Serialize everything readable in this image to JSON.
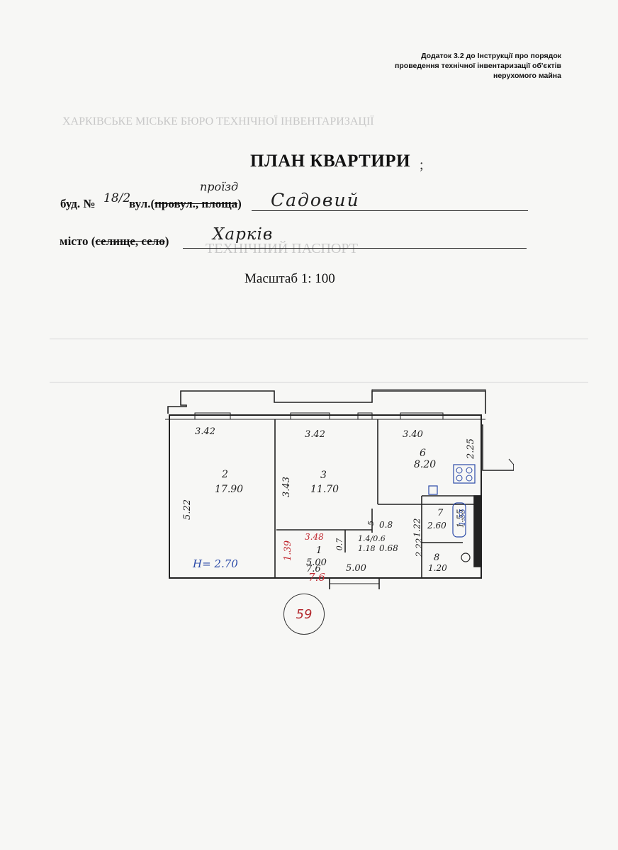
{
  "header": {
    "appendix": [
      "Додаток 3.2 до Інструкції про порядок",
      "проведення технічної інвентаризації об'єктів",
      "нерухомого майна"
    ]
  },
  "title": "ПЛАН КВАРТИРИ",
  "title_mark": ";",
  "form": {
    "building_label": "буд. №",
    "building_number": "18/2",
    "street_label_1": "вул.(",
    "street_label_struck": "провул., площа",
    "street_label_2": ")",
    "street_type": "проїзд",
    "street_name": "Садовий",
    "city_label_1": "місто (",
    "city_label_struck": "селище, село",
    "city_label_2": ")",
    "city": "Харків"
  },
  "scale": "Масштаб 1: 100",
  "plan": {
    "dims": [
      "3.42",
      "3.42",
      "3.40",
      "5.22",
      "3.43",
      "2.25",
      "0.8",
      "1.22",
      "2.60",
      "1.55",
      "2.22",
      "0.68",
      "5.00",
      "5",
      "1.4/0.6",
      "1.18",
      "0.7",
      "5.00"
    ],
    "rooms": [
      {
        "number": "2",
        "area": "17.90"
      },
      {
        "number": "3",
        "area": "11.70"
      },
      {
        "number": "6",
        "area": "8.20"
      },
      {
        "number": "7",
        "area": ""
      },
      {
        "number": "8",
        "area": "1.20"
      },
      {
        "number": "1",
        "area": "7.6"
      }
    ],
    "ceiling_height": "H= 2.70",
    "red_dims": [
      "1.39",
      "3.48",
      "7.6"
    ],
    "blue_dims": [
      "1.55"
    ]
  },
  "stamp_number": "59"
}
